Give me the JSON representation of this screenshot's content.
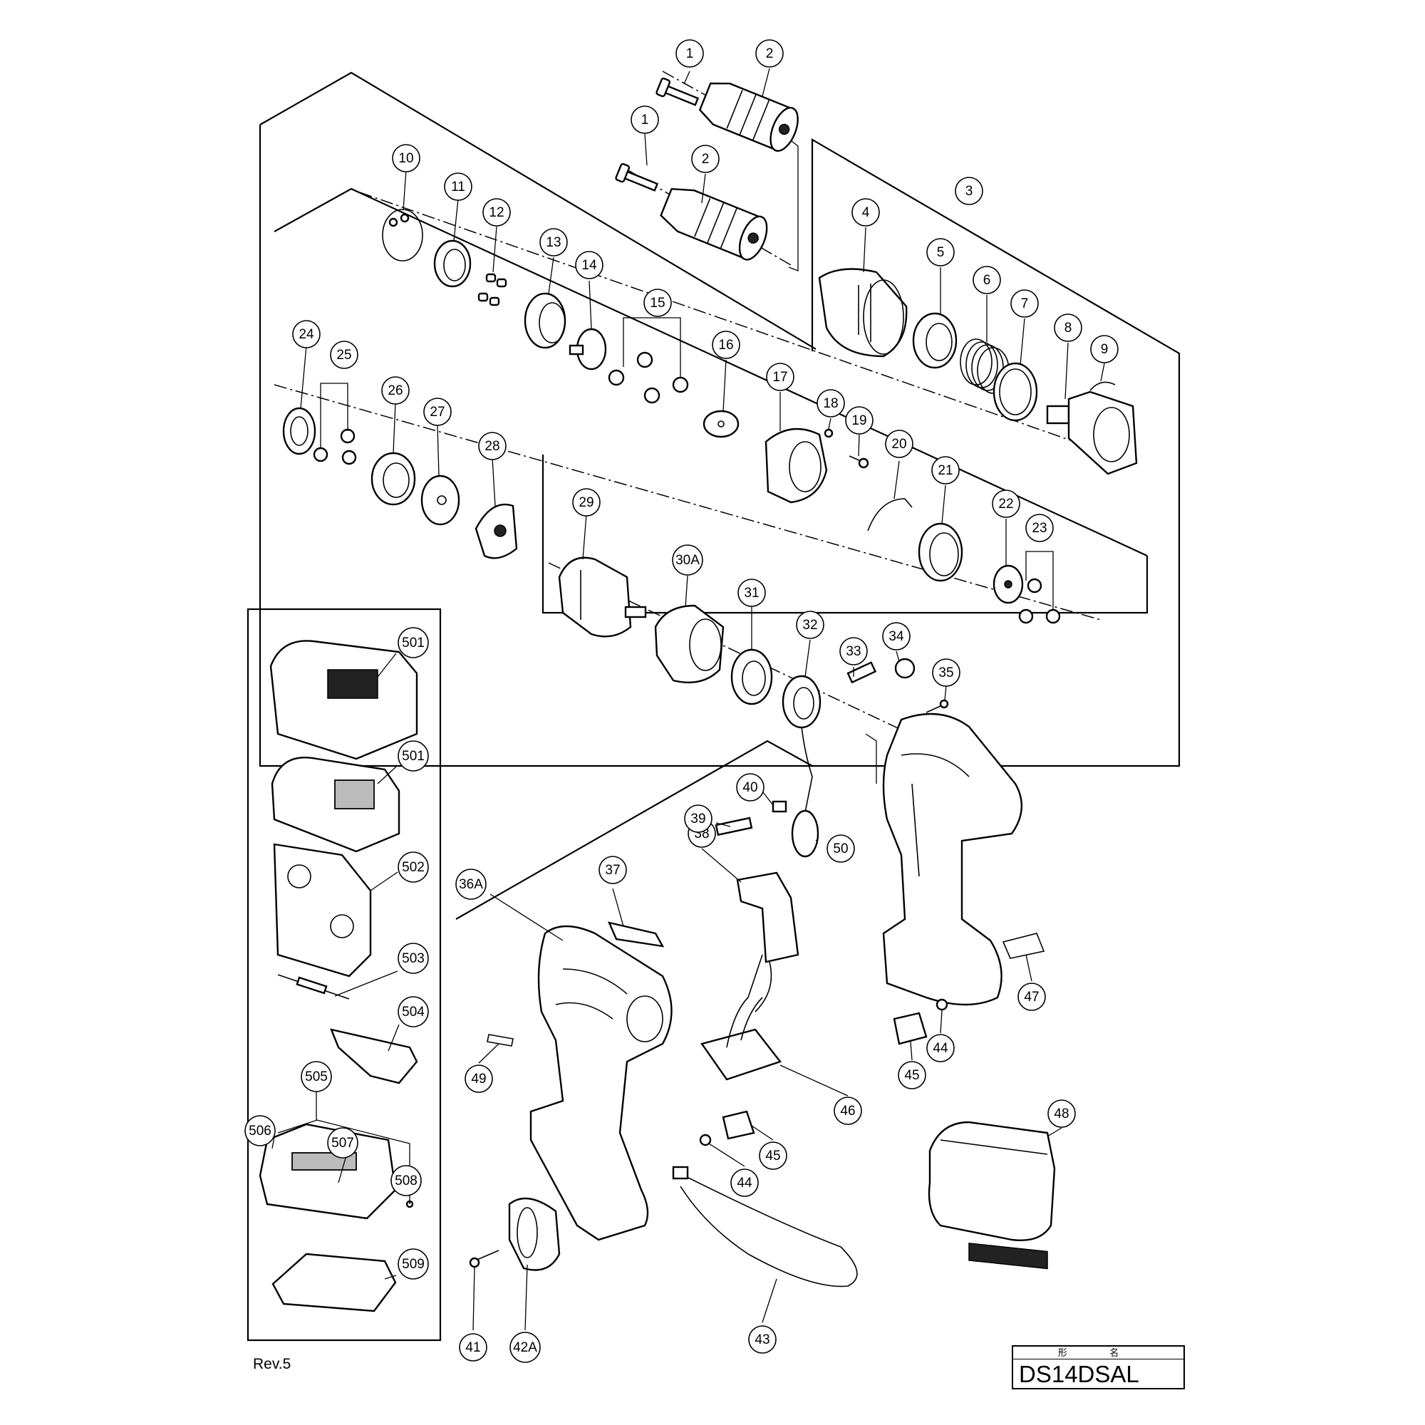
{
  "callouts": [
    "1",
    "2",
    "1",
    "2",
    "3",
    "4",
    "5",
    "6",
    "7",
    "8",
    "9",
    "10",
    "11",
    "12",
    "13",
    "14",
    "15",
    "16",
    "17",
    "18",
    "19",
    "20",
    "21",
    "22",
    "23",
    "24",
    "25",
    "26",
    "27",
    "28",
    "29",
    "30A",
    "31",
    "32",
    "33",
    "34",
    "35",
    "36A",
    "37",
    "38",
    "39",
    "40",
    "41",
    "42A",
    "43",
    "44",
    "44",
    "45",
    "45",
    "46",
    "47",
    "48",
    "49",
    "50",
    "501",
    "501",
    "502",
    "503",
    "504",
    "505",
    "506",
    "507",
    "508",
    "509"
  ],
  "revision": "Rev.5",
  "title_block": {
    "caption": "形 名",
    "model": "DS14DSAL"
  }
}
